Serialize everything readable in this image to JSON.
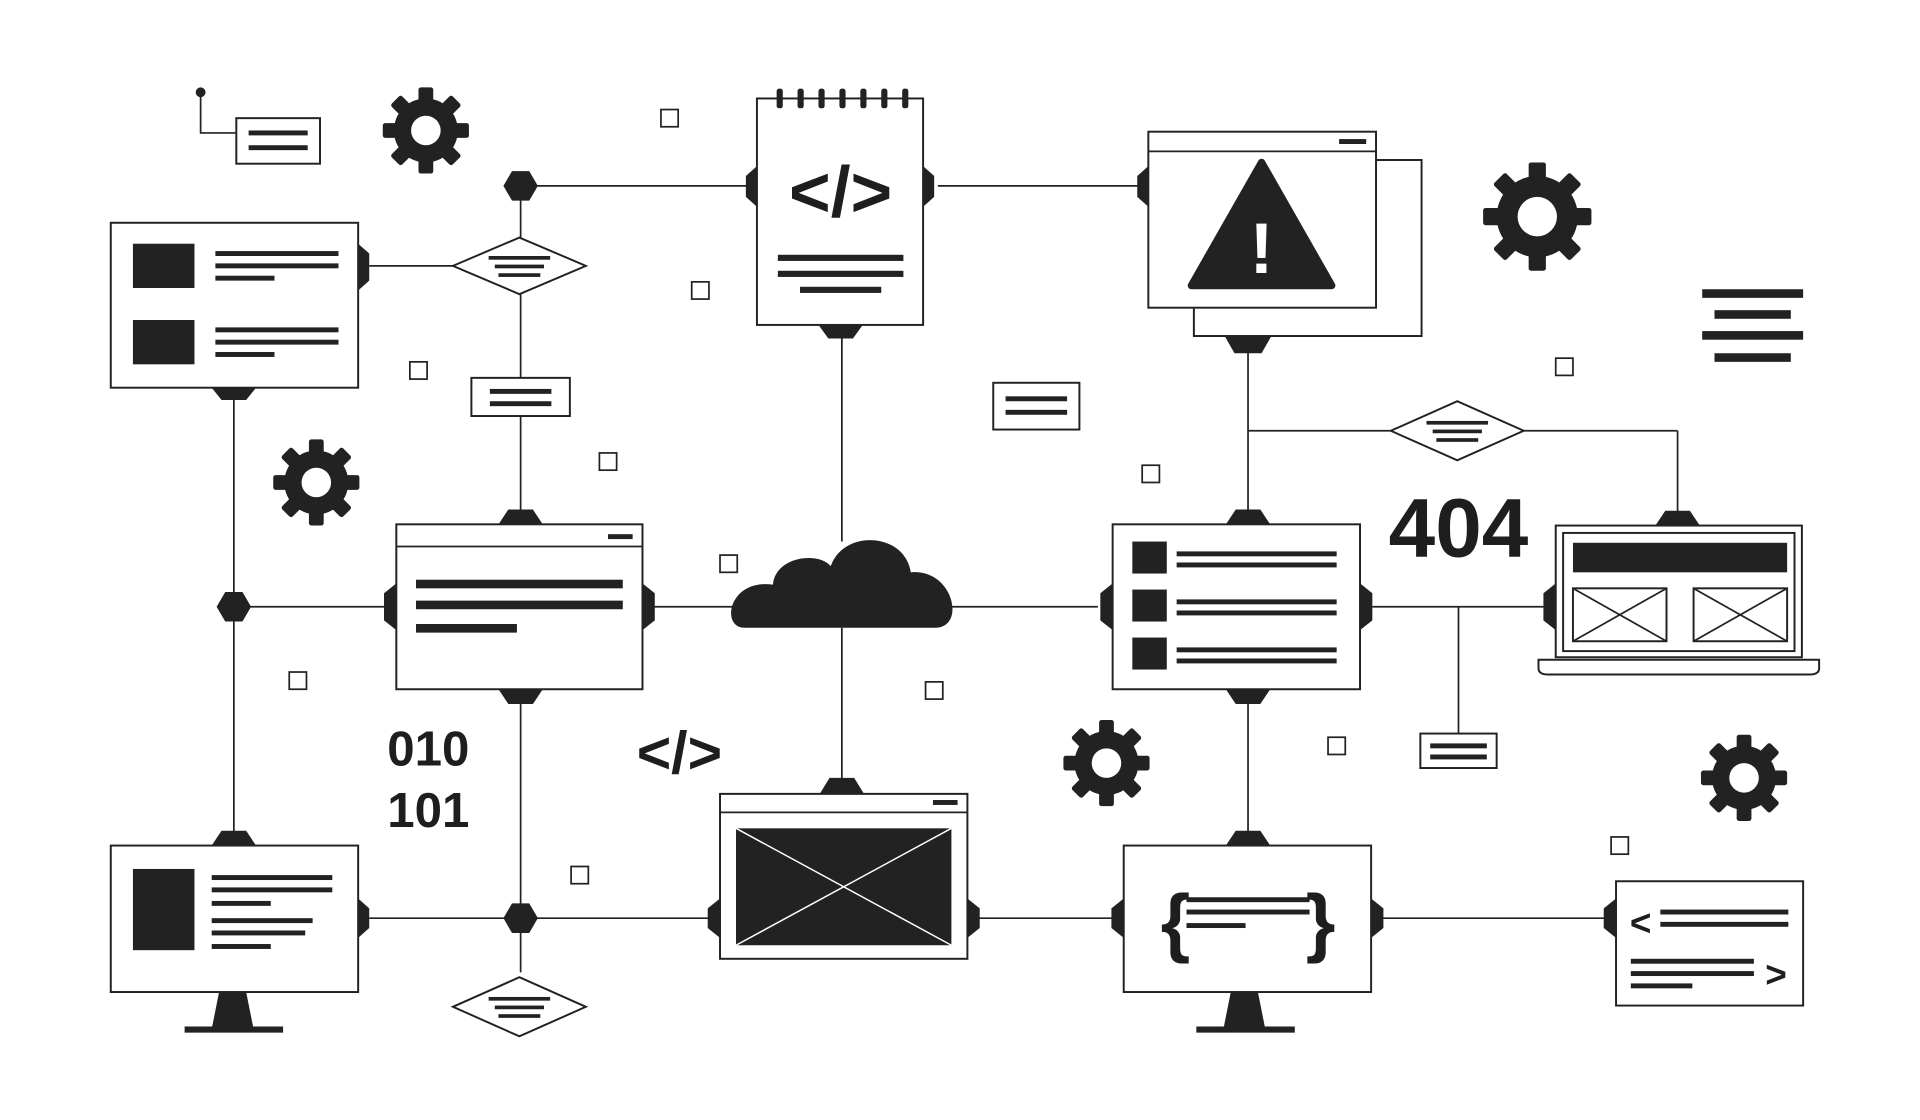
{
  "diagram": {
    "error_code": "404",
    "binary": {
      "line1": "010",
      "line2": "101"
    },
    "code_symbol": "</>",
    "code_brackets": {
      "left": "<",
      "right": ">"
    },
    "brace_symbols": {
      "left": "{",
      "right": "}"
    },
    "alert_symbol": "!"
  },
  "colors": {
    "ink": "#222222",
    "background": "#ffffff"
  }
}
